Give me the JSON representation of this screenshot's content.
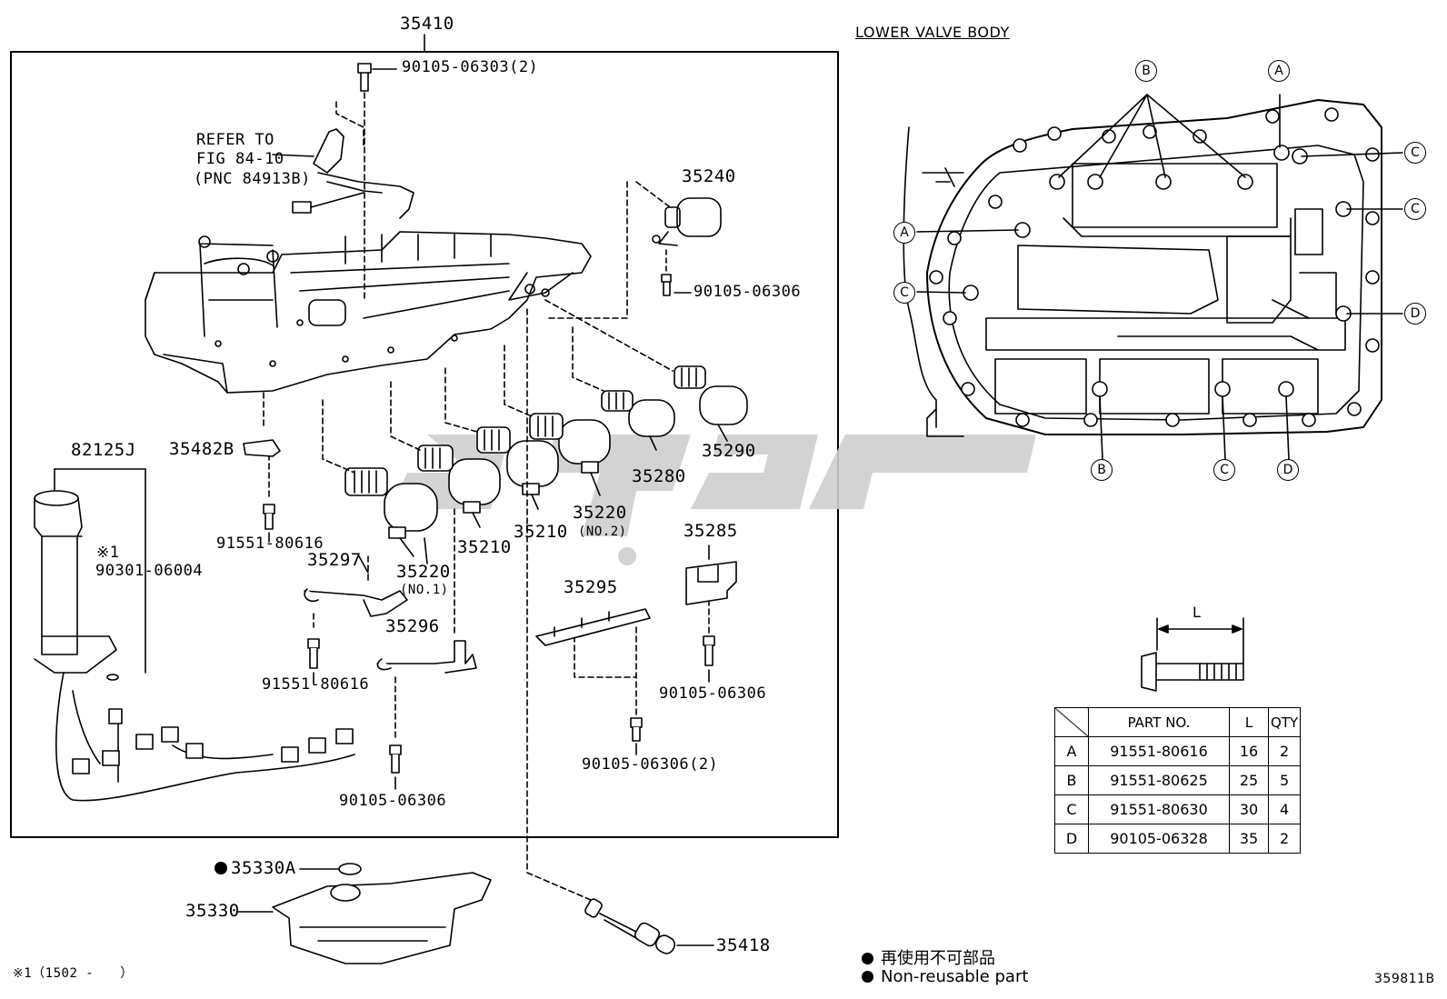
{
  "diagram": {
    "main_part": "35410",
    "refer_note": {
      "line1": "REFER TO",
      "line2": "FIG 84-10",
      "line3": "(PNC 84913B)"
    },
    "callouts": {
      "bolt_top": "90105-06303(2)",
      "p35240": "35240",
      "bolt_35240": "90105-06306",
      "p35290": "35290",
      "p35280": "35280",
      "p35220_no2": "35220",
      "no2": "(NO.2)",
      "p35210_a": "35210",
      "p35210_b": "35210",
      "p35220_no1": "35220",
      "no1": "(NO.1)",
      "p82125j": "82125J",
      "note_mark": "※1",
      "p90301": "90301-06004",
      "p35482b": "35482B",
      "bolt_35482b": "91551-80616",
      "p35297": "35297",
      "bolt_35297": "91551-80616",
      "p35296": "35296",
      "bolt_35296": "90105-06306",
      "p35295": "35295",
      "bolt_35295": "90105-06306(2)",
      "p35285": "35285",
      "bolt_35285": "90105-06306",
      "p35330a": "35330A",
      "p35330": "35330",
      "p35418": "35418"
    },
    "footnote": "※1（1502 -　　）",
    "figure_id": "359811B"
  },
  "lower_valve_body": {
    "title": "LOWER VALVE BODY",
    "bolt_dim_label": "L",
    "markers": {
      "b_top": "B",
      "a_top": "A",
      "c_r1": "C",
      "c_r2": "C",
      "d_r": "D",
      "a_left": "A",
      "c_left": "C",
      "b_bot": "B",
      "c_bot": "C",
      "d_bot": "D"
    }
  },
  "parts_table": {
    "headers": [
      "",
      "PART NO.",
      "L",
      "QTY"
    ],
    "rows": [
      {
        "id": "A",
        "part_no": "91551-80616",
        "l": "16",
        "qty": "2"
      },
      {
        "id": "B",
        "part_no": "91551-80625",
        "l": "25",
        "qty": "5"
      },
      {
        "id": "C",
        "part_no": "91551-80630",
        "l": "30",
        "qty": "4"
      },
      {
        "id": "D",
        "part_no": "90105-06328",
        "l": "35",
        "qty": "2"
      }
    ]
  },
  "legend": {
    "jp": "再使用不可部品",
    "en": "Non-reusable part"
  }
}
